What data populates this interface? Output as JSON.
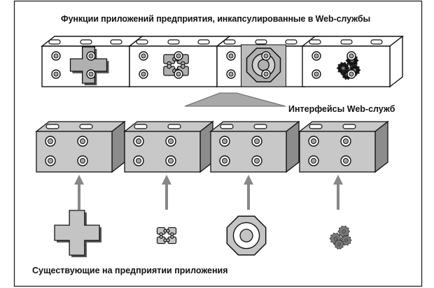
{
  "labels": {
    "top_title": "Функции приложений предприятия, инкапсулированные в Web-службы",
    "interfaces": "Интерфейсы Web-служб",
    "bottom_title": "Существующие на предприятии приложения"
  },
  "colors": {
    "frame": "#222222",
    "front_white": "#ffffff",
    "face_gray": "#c8c8c8",
    "side_gray": "#8c8c8c",
    "inner_gray": "#a6a6a6",
    "dark": "#111111",
    "arrow": "#888888"
  },
  "shapes": [
    "cross",
    "puzzle",
    "octagon",
    "gears"
  ]
}
